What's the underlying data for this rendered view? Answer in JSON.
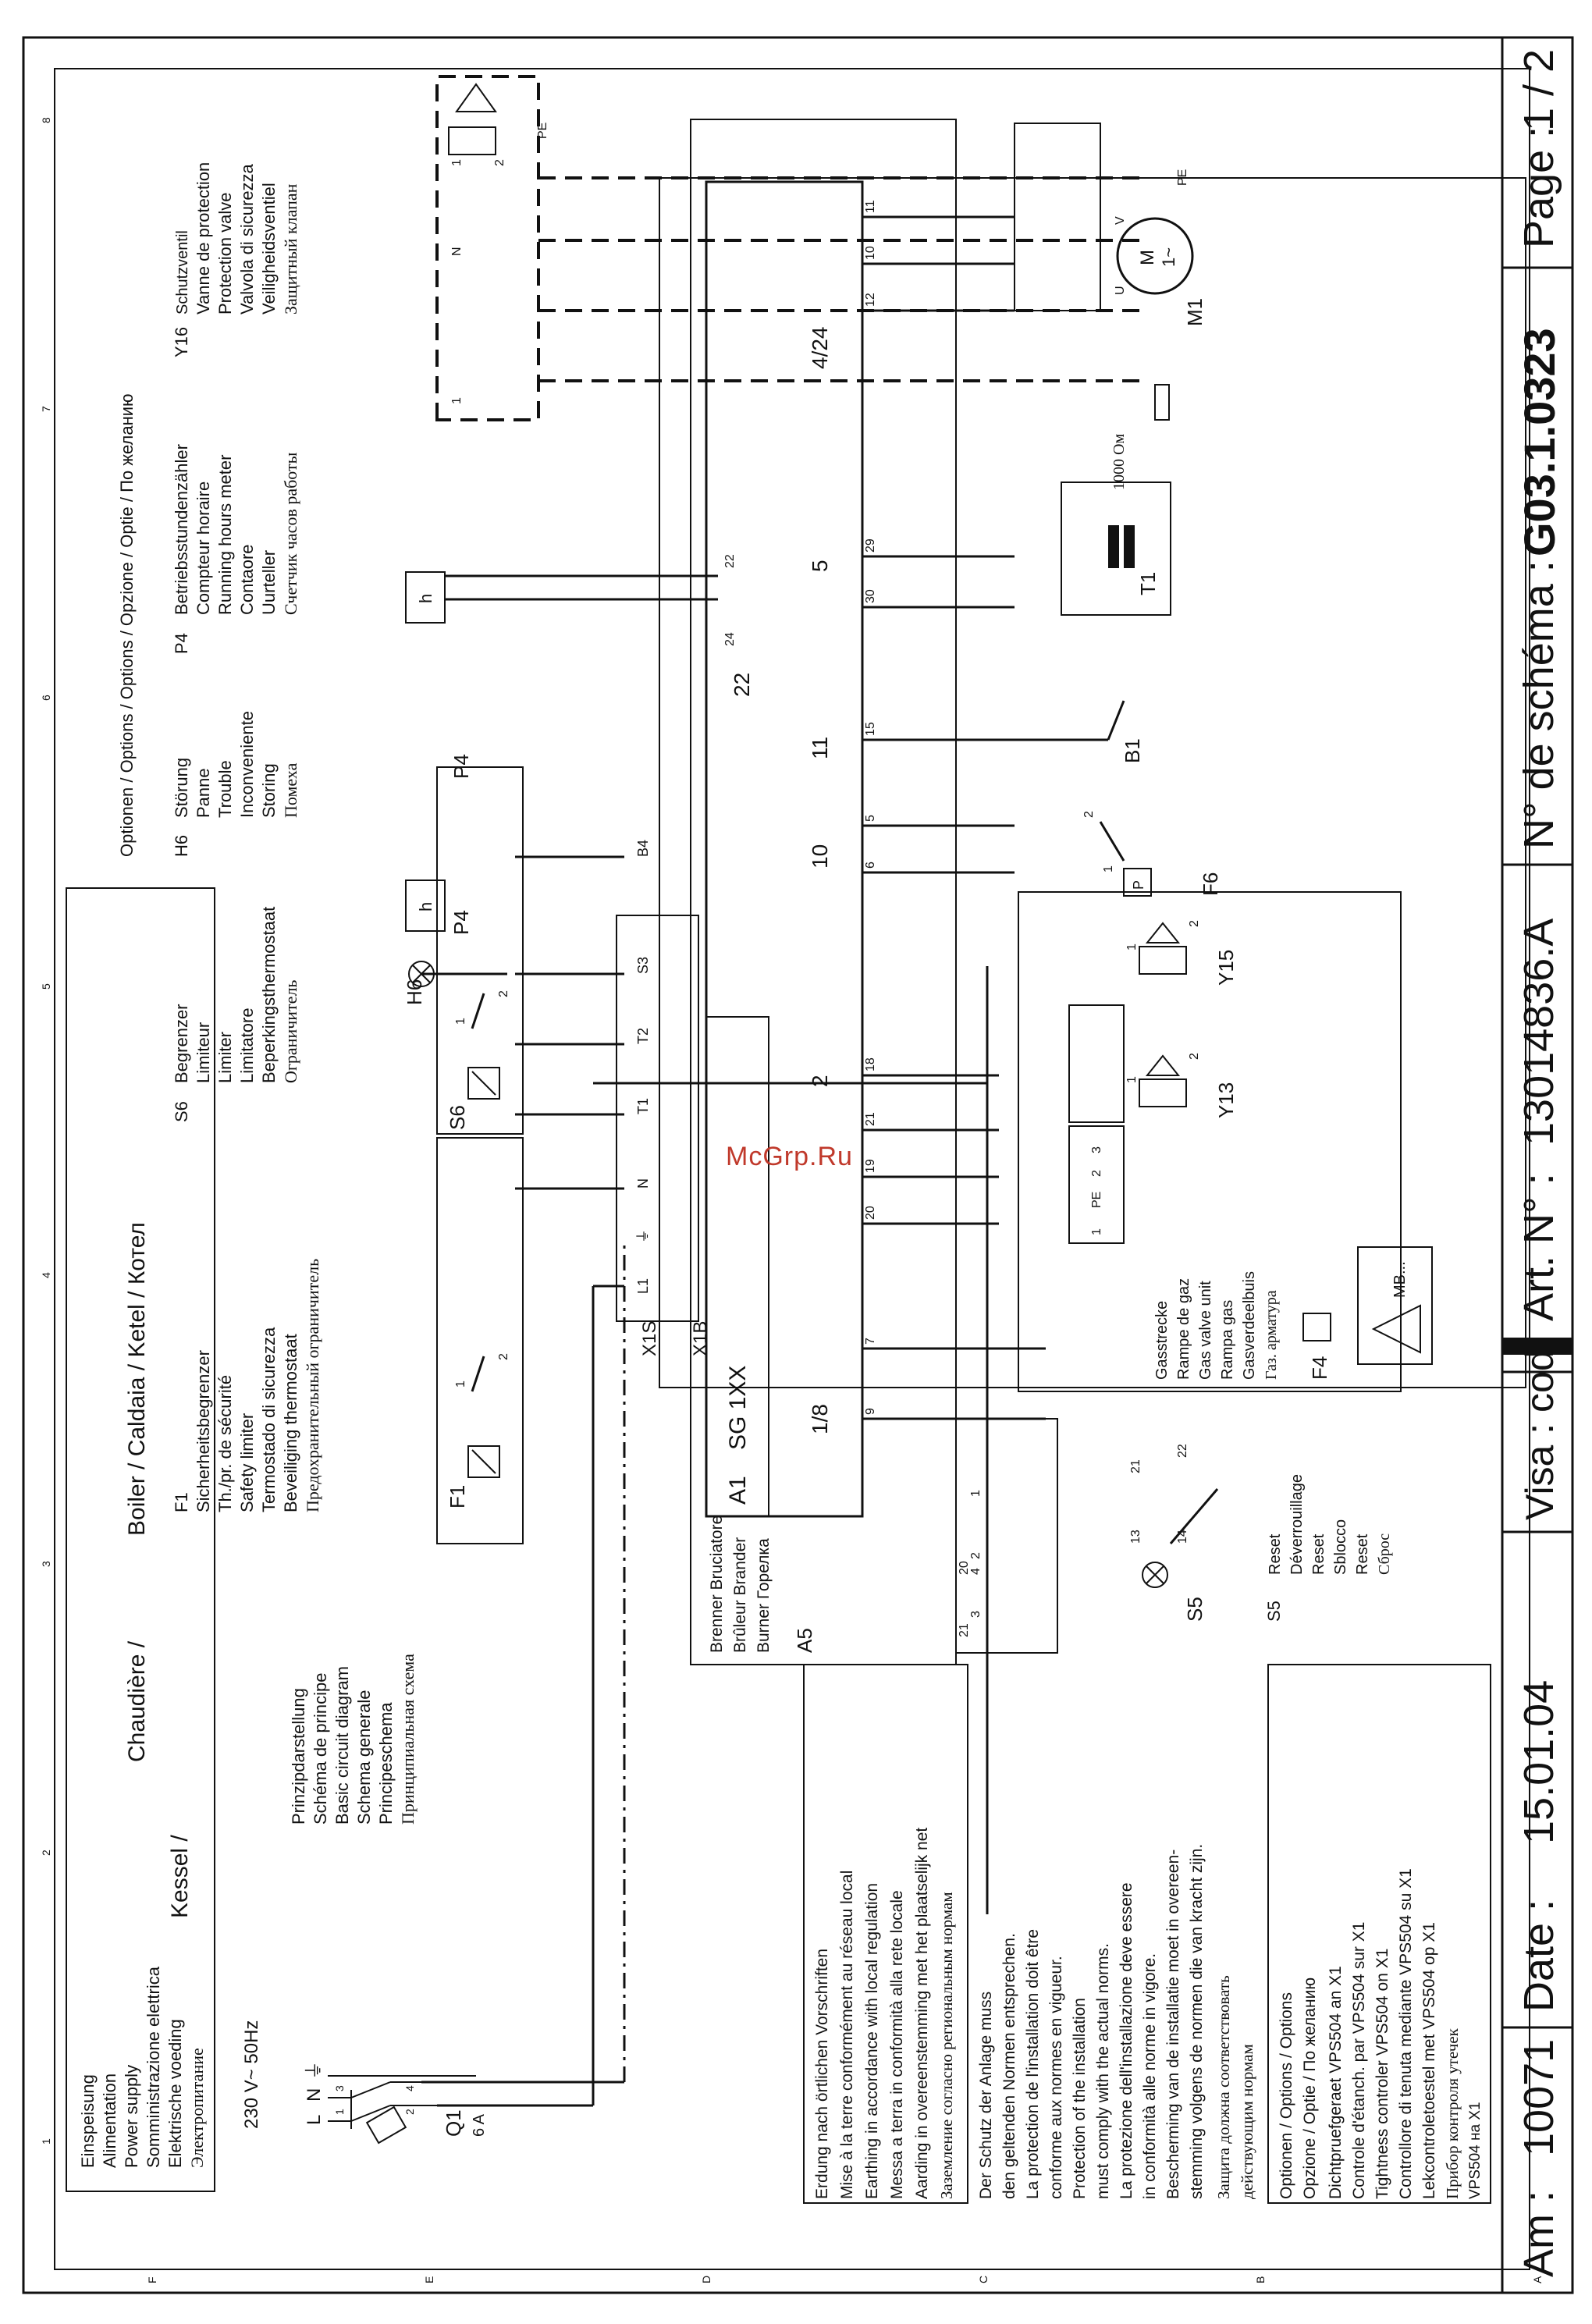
{
  "watermark": "McGrp.Ru",
  "grid": {
    "cols": [
      "1",
      "2",
      "3",
      "4",
      "5",
      "6",
      "7",
      "8"
    ],
    "rows": [
      "A",
      "B",
      "C",
      "D",
      "E",
      "F"
    ]
  },
  "supply": {
    "lines": [
      "Einspeisung",
      "Alimentation",
      "Power supply",
      "Somministrazione elettrica",
      "Elektrische voeding",
      "Электропитание"
    ],
    "voltage": "230 V~  50Hz",
    "q1": "Q1",
    "q1_rating": "6 A",
    "term_l": "L",
    "term_n": "N",
    "term_pe": "⏚",
    "pin1": "1",
    "pin2": "2",
    "pin3": "3",
    "pin4": "4"
  },
  "principle": {
    "kessel": "Kessel /",
    "lines": [
      "Prinzipdarstellung",
      "Schéma de principe",
      "Basic circuit diagram",
      "Schema generale",
      "Principeschema",
      "Принципиальная схема"
    ]
  },
  "f1_block": {
    "header1": "Chaudière /",
    "header2": "Boiler  /  Caldaia  /  Ketel   /  Котел",
    "ref": "F1",
    "lines": [
      "Sicherheitsbegrenzer",
      "Th./pr. de sécurité",
      "Safety limiter",
      "Termostado di sicurezza",
      "Beveiliging thermostaat",
      "Предохранительный ограничитель"
    ]
  },
  "s6_block": {
    "ref": "S6",
    "lines": [
      "Begrenzer",
      "Limiteur",
      "Limiter",
      "Limitatore",
      "Beperkingsthermostaat",
      "Ограничитель"
    ]
  },
  "options_title": "Optionen / Options / Options / Opzione / Optie / По желанию",
  "h6_block": {
    "ref": "H6",
    "lines": [
      "Störung",
      "Panne",
      "Trouble",
      "Inconveniente",
      "Storing",
      "Помеха"
    ]
  },
  "p4_block": {
    "ref": "P4",
    "lines": [
      "Betriebsstundenzähler",
      "Compteur horaire",
      "Running hours meter",
      "Contaore",
      "Uurteller",
      "Счетчик часов работы"
    ]
  },
  "y16_block": {
    "ref": "Y16",
    "lines": [
      "Schutzventil",
      "Vanne de protection",
      "Protection valve",
      "Valvola di sicurezza",
      "Veiligheidsventiel",
      "Защитный клапан"
    ]
  },
  "earthing": {
    "lines": [
      "Erdung nach örtlichen Vorschriften",
      "Mise à la terre conformément au réseau local",
      "Earthing in accordance with local regulation",
      "Messa a terra in conformità alla rete locale",
      "Aarding in overeenstemming met het plaatselijk net",
      "Заземление согласно региональным нормам"
    ]
  },
  "protection": {
    "lines": [
      "Der Schutz der Anlage muss",
      "den geltenden Normen entsprechen.",
      "La protection de l'installation doit être",
      "conforme aux normes en vigueur.",
      "Protection of the installation",
      "must comply with the actual norms.",
      "La protezione dell'installazione deve essere",
      "in conformità alle norme in vigore.",
      "Bescherming van de installatie moet in overeen-",
      "stemming volgens de normen die van kracht zijn.",
      "Защита должна соответствовать",
      "действующим нормам"
    ]
  },
  "opt_vps": {
    "lines": [
      "Optionen / Options / Options",
      "Opzione / Optie / По желанию",
      "Dichtpruefgeraet VPS504 an X1",
      "Controle d'étanch. par VPS504 sur X1",
      "Tightness controler VPS504 on X1",
      "Controllore di tenuta mediante VPS504 su X1",
      "Lekcontroletoestel met VPS504 op X1",
      "Прибор контроля утечек",
      "VPS504 на X1"
    ]
  },
  "burner": {
    "lines": [
      "Brenner  Bruciatore",
      "Brûleur   Brander",
      "Burner    Горелка"
    ],
    "ref": "A5"
  },
  "s5_block": {
    "ref": "S5",
    "lines": [
      "Reset",
      "Déverrouillage",
      "Reset",
      "Sblocco",
      "Reset",
      "Сброс"
    ]
  },
  "gas_block": {
    "lines": [
      "Gasstrecke",
      "Rampe de gaz",
      "Gas valve unit",
      "Rampa gas",
      "Gasverdeelbuis",
      "Газ. арматура"
    ],
    "ref": "F4",
    "mb": "MB..."
  },
  "controller": {
    "ref": "A1",
    "name": "SG 1XX"
  },
  "connectors": {
    "x1s": "X1S",
    "x1b": "X1B"
  },
  "x1s_labels": [
    "L1",
    "⏚",
    "N",
    "T1",
    "T2",
    "S3",
    "B4"
  ],
  "x1b_labels": [
    "1/8",
    "2",
    "10",
    "11",
    "5",
    "22",
    "4/24"
  ],
  "pins_lower": [
    "9",
    "7",
    "20",
    "19",
    "21",
    "18",
    "6",
    "5",
    "15",
    "30",
    "29",
    "12",
    "10",
    "11"
  ],
  "pins_upper": [
    "24",
    "22"
  ],
  "reset_pins": [
    "21",
    "3",
    "4",
    "2",
    "20",
    "1",
    "13",
    "14",
    "21",
    "22"
  ],
  "f1_pins": [
    "1",
    "2"
  ],
  "s6_pins": [
    "1",
    "2"
  ],
  "gas_pins": [
    "1",
    "PE",
    "2",
    "3"
  ],
  "y13": {
    "ref": "Y13",
    "pins": [
      "1",
      "2"
    ]
  },
  "y15": {
    "ref": "Y15",
    "pins": [
      "1",
      "2"
    ]
  },
  "f6": {
    "ref": "F6",
    "pins": [
      "1",
      "2"
    ],
    "p": "P"
  },
  "b1": {
    "ref": "B1"
  },
  "t1": {
    "ref": "T1",
    "resistor": "1000 Ом"
  },
  "m1": {
    "ref": "M1",
    "label": "M\n1~",
    "u": "U",
    "v": "V",
    "pe": "PE"
  },
  "y16_pins": [
    "1",
    "2",
    "1",
    "N",
    "PE"
  ],
  "p4_box": "h",
  "h6_box": "h",
  "title_block": {
    "am_label": "Am :",
    "am_value": "10071",
    "date_label": "Date :",
    "date_value": "15.01.04",
    "visa_label": "Visa : cod",
    "art_label": "Art. N° :",
    "art_value": "13014836.A",
    "schema_label": "N° de schéma :",
    "schema_value": "G03.1.0323",
    "page_label": "Page :",
    "page_value": "1 / 2"
  }
}
